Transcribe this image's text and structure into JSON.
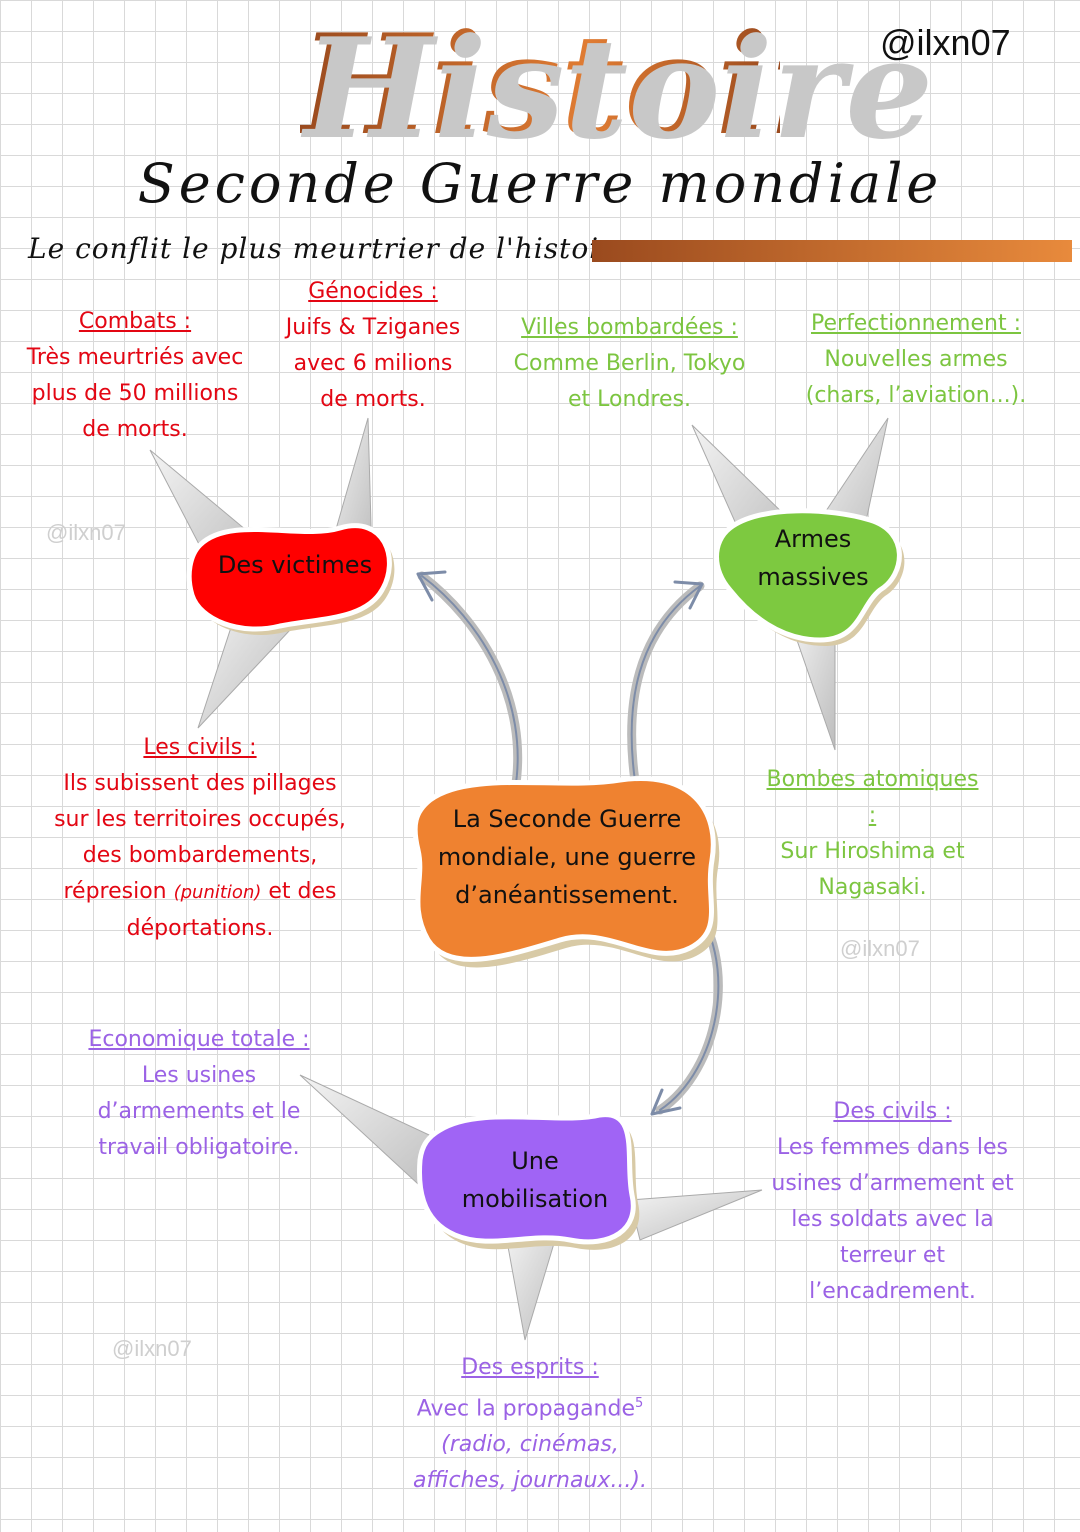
{
  "header": {
    "title": "Histoire",
    "handle": "@ilxn07",
    "subtitle": "Seconde Guerre mondiale",
    "tagline": "Le conflit le plus meurtrier de l'histoire"
  },
  "watermarks": [
    "@ilxn07",
    "@ilxn07",
    "@ilxn07"
  ],
  "center_node": {
    "label": "La Seconde Guerre mondiale, une guerre d’anéantissement.",
    "color": "#ef8230"
  },
  "nodes": {
    "victimes": {
      "label": "Des victimes",
      "color": "#ff0000"
    },
    "armes": {
      "label": "Armes massives",
      "color": "#7dc940"
    },
    "mobilisation": {
      "label": "Une mobilisation",
      "color": "#a064f5"
    }
  },
  "notes": {
    "combats": {
      "heading": "Combats :",
      "body": "Très meurtriés avec plus de 50 millions de morts."
    },
    "genocides": {
      "heading": "Génocides :",
      "body": "Juifs & Tziganes avec 6 milions de morts."
    },
    "civils_victimes": {
      "heading": "Les civils :",
      "body": "Ils subissent des pillages sur les territoires occupés, des bombardements, répresion",
      "body_italic": "(punition)",
      "body_end": "et des déportations."
    },
    "villes": {
      "heading": "Villes bombardées :",
      "body": "Comme Berlin, Tokyo et Londres."
    },
    "perfectionnement": {
      "heading": "Perfectionnement :",
      "body": "Nouvelles armes (chars, l’aviation...)."
    },
    "bombes": {
      "heading": "Bombes atomiques :",
      "body": "Sur Hiroshima et Nagasaki."
    },
    "economique": {
      "heading": "Economique totale :",
      "body": "Les usines d’armements et le travail obligatoire."
    },
    "civils_mobilisation": {
      "heading": "Des civils :",
      "body": "Les femmes dans les usines d’armement et les soldats avec la terreur et l’encadrement."
    },
    "esprits": {
      "heading": "Des esprits :",
      "body": "Avec la propagande",
      "sup": "5",
      "body_italic": "(radio, cinémas, affiches, journaux...)."
    }
  },
  "colors": {
    "red": "#e30613",
    "green": "#7cc540",
    "purple": "#9b62e5",
    "title_brown": "#b0592a"
  }
}
